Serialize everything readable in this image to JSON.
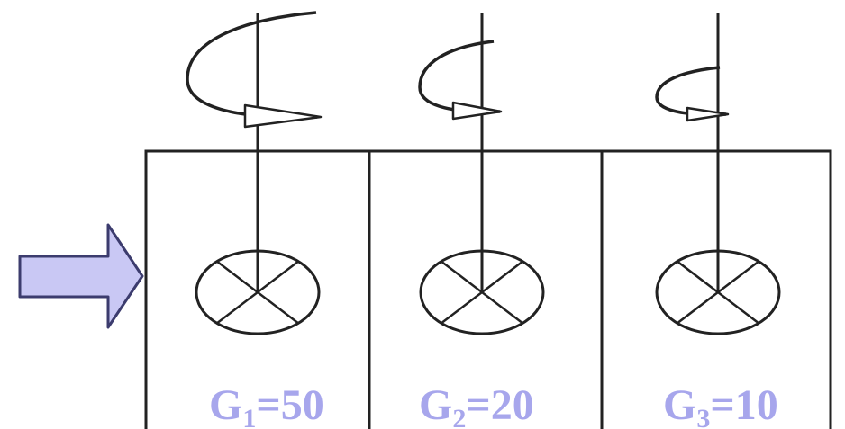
{
  "labels": [
    {
      "sym": "G",
      "sub": "1",
      "rest": "=50"
    },
    {
      "sym": "G",
      "sub": "2",
      "rest": "=20"
    },
    {
      "sym": "G",
      "sub": "3",
      "rest": "=10"
    }
  ],
  "icons": {
    "inlet": "inlet-arrow-icon",
    "impeller": "impeller-icon",
    "rotation": "rotation-arrow-icon"
  },
  "colors": {
    "label": "#a7a6ec",
    "arrow_fill": "#c9c8f4",
    "arrow_stroke": "#3c3c6e",
    "ink": "#222222"
  }
}
